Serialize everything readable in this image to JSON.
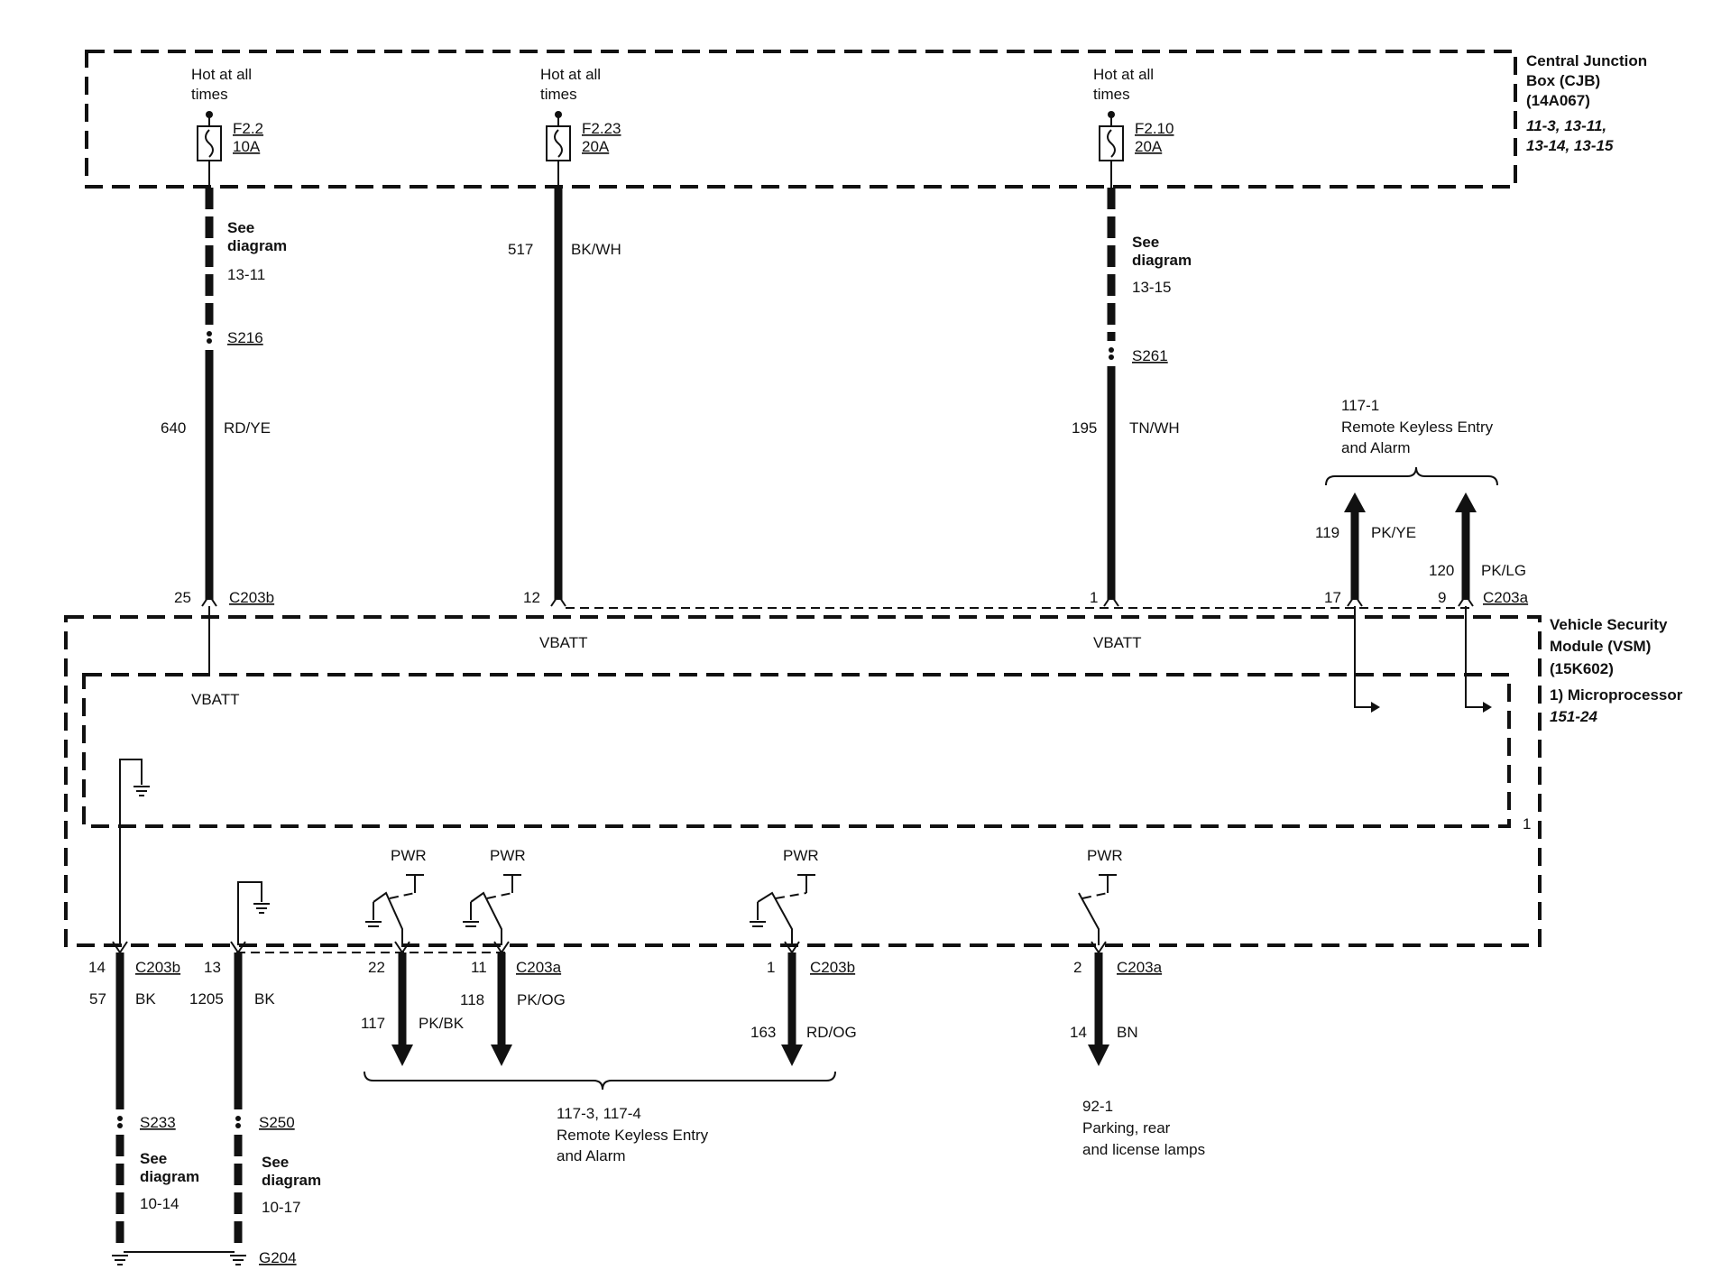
{
  "cjb": {
    "title_lines": [
      "Central Junction",
      "Box (CJB)",
      "(14A067)"
    ],
    "refs_lines": [
      "11-3, 13-11,",
      "13-14, 13-15"
    ],
    "fuses": [
      {
        "hot": [
          "Hot at all",
          "times"
        ],
        "id": "F2.2",
        "rating": "10A"
      },
      {
        "hot": [
          "Hot at all",
          "times"
        ],
        "id": "F2.23",
        "rating": "20A"
      },
      {
        "hot": [
          "Hot at all",
          "times"
        ],
        "id": "F2.10",
        "rating": "20A"
      }
    ]
  },
  "vsm": {
    "title_lines": [
      "Vehicle Security",
      "Module (VSM)",
      "(15K602)"
    ],
    "micro": "1) Microprocessor",
    "micro_ref": "151-24",
    "vbatt": "VBATT",
    "note_1": "1",
    "pwr": "PWR"
  },
  "top_wires": [
    {
      "see": [
        "See",
        "diagram"
      ],
      "diag": "13-11",
      "splice": "S216",
      "circuit": "640",
      "color": "RD/YE",
      "pin": "25",
      "connector": "C203b"
    },
    {
      "circuit": "517",
      "color": "BK/WH",
      "pin": "12"
    },
    {
      "see": [
        "See",
        "diagram"
      ],
      "diag": "13-15",
      "splice": "S261",
      "circuit": "195",
      "color": "TN/WH",
      "pin": "1"
    }
  ],
  "rke_top": {
    "ref": "117-1",
    "lines": [
      "Remote Keyless Entry",
      "and Alarm"
    ],
    "wires": [
      {
        "circuit": "119",
        "color": "PK/YE",
        "pin": "17"
      },
      {
        "circuit": "120",
        "color": "PK/LG",
        "pin": "9",
        "connector": "C203a"
      }
    ]
  },
  "bottom_grounds": [
    {
      "pin": "14",
      "connector": "C203b",
      "circuit": "57",
      "color": "BK",
      "splice": "S233",
      "see": [
        "See",
        "diagram"
      ],
      "diag": "10-14"
    },
    {
      "pin": "13",
      "circuit": "1205",
      "color": "BK",
      "splice": "S250",
      "see": [
        "See",
        "diagram"
      ],
      "diag": "10-17",
      "ground": "G204"
    }
  ],
  "bottom_outputs": [
    {
      "pin": "22",
      "circuit": "117",
      "color": "PK/BK"
    },
    {
      "pin": "11",
      "connector": "C203a",
      "circuit": "118",
      "color": "PK/OG"
    },
    {
      "pin": "1",
      "connector": "C203b",
      "circuit": "163",
      "color": "RD/OG"
    },
    {
      "pin": "2",
      "connector": "C203a",
      "circuit": "14",
      "color": "BN"
    }
  ],
  "rke_bottom": {
    "ref": "117-3, 117-4",
    "lines": [
      "Remote Keyless Entry",
      "and Alarm"
    ]
  },
  "lamps": {
    "ref": "92-1",
    "lines": [
      "Parking, rear",
      "and license lamps"
    ]
  }
}
